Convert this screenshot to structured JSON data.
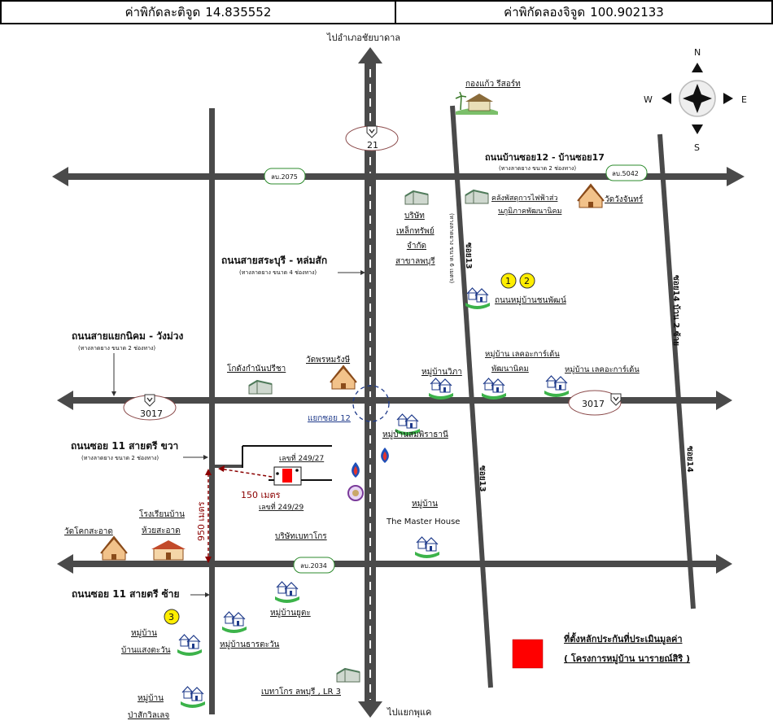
{
  "coordinates": {
    "lat_label": "ค่าพิกัดละติจูด",
    "lat_value": "14.835552",
    "lon_label": "ค่าพิกัดลองจิจูด",
    "lon_value": "100.902133"
  },
  "compass": {
    "n": "N",
    "s": "S",
    "e": "E",
    "w": "W"
  },
  "directions": {
    "north": "ไปอำเภอชัยบาดาล",
    "south": "ไปแยกพุแค"
  },
  "route_badges": {
    "r21": "21",
    "r3017_left": "3017",
    "r3017_right": "3017",
    "lb2075": "ลบ.2075",
    "lb5042": "ลบ.5042",
    "lb2034": "ลบ.2034"
  },
  "roads": {
    "north_road_title": "ถนนบ้านซอย12 - บ้านซอย17",
    "north_road_sub": "(ทางลาดยาง ขนาด 2 ช่องทาง)",
    "main_title": "ถนนสายสระบุรี - หล่มสัก",
    "main_sub": "(ทางลาดยาง ขนาด 4 ช่องทาง)",
    "west_title": "ถนนสายแยกนิคม - วังม่วง",
    "west_sub": "(ทางลาดยาง ขนาด 2 ช่องทาง)",
    "soi11_right_title": "ถนนซอย 11 สายตรี ขวา",
    "soi11_right_sub": "(ทางลาดยาง ขนาด 2 ช่องทาง)",
    "soi11_left_title": "ถนนซอย 11 สายตรี ซ้าย",
    "soi13_label": "ซอย13",
    "soi13_sub": "(ทางลาดยาง ขนาด 6 เมตร)",
    "soi13_lower": "ซอย13",
    "soi14_upper": "ซอย14 บ้าน 2 ซ้าย",
    "soi14_lower": "ซอย14",
    "junction": "แยกซอย 12"
  },
  "places": {
    "kongkaew": "กองแก้ว รีสอร์ท",
    "company_line1": "บริษัท",
    "company_line2": "เหล็กทรัพย์",
    "company_line3": "จำกัด",
    "company_line4": "สาขาลพบุรี",
    "warehouse_line1": "คลังพัสดุการไฟฟ้าส่ว",
    "warehouse_line2": "นภูมิภาคพัฒนานิคม",
    "wat_wangchan": "วัดวังจันทร์",
    "village_12_label": "ถนนหมู่บ้านชนพัฒน์",
    "village_wipha": "หมู่บ้านวิภา",
    "village_lake_line1": "หมู่บ้าน เลคอะการ์เด้น",
    "village_lake_line2": "พัฒนานิคม",
    "village_lake2": "หมู่บ้าน เลคอะการ์เด้น",
    "godown": "โกดังกำนันปรีชา",
    "wat_phrom": "วัดพรหมรังษี",
    "village_sam": "หมู่บ้านสมพิราธานี",
    "deed_1": "เลขที่ 249/27",
    "deed_2": "เลขที่ 249/29",
    "distance": "150 เมตร",
    "distance_v": "950 เมตร",
    "wat_khok": "วัดโคกสะอาด",
    "school_line1": "โรงเรียนบ้าน",
    "school_line2": "ห้วยสะอาด",
    "betagro": "บริษัทเบทาโกร",
    "master_line1": "หมู่บ้าน",
    "master_line2": "The Master House",
    "village_yuta": "หมู่บ้านยูตะ",
    "village_tara": "หมู่บ้านธารตะวัน",
    "village_saeng_line1": "หมู่บ้าน",
    "village_saeng_line2": "บ้านแสงตะวัน",
    "village_pa_line1": "หมู่บ้าน",
    "village_pa_line2": "ป่าสักวิลเลจ",
    "betagro_lr": "เบทาโกร ลพบุรี , LR 3"
  },
  "markers": {
    "m1": "1",
    "m2": "2",
    "m3": "3"
  },
  "legend": {
    "line1": "ที่ตั้งหลักประกันที่ประเมินมูลค่า",
    "line2": "( โครงการหมู่บ้าน นารายณ์สิริ )",
    "color": "#ff0000"
  },
  "colors": {
    "road": "#4a4a4a",
    "house_green": "#3cb34a",
    "accent_red": "#cc0000",
    "badge_green": "#2e8b2e"
  }
}
